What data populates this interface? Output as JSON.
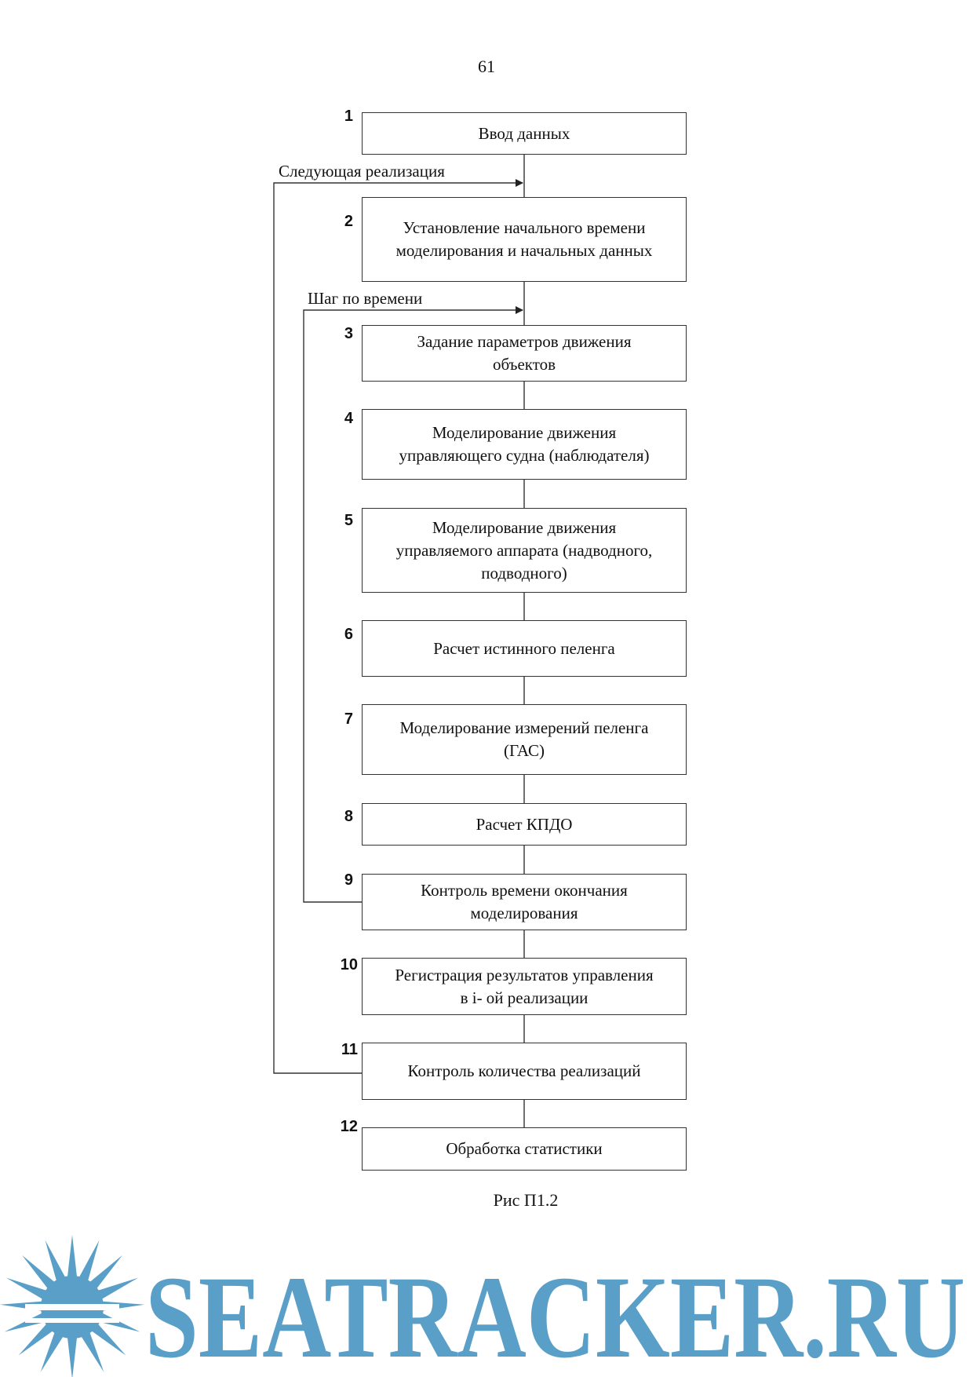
{
  "page_number": "61",
  "loop_labels": {
    "next_realization": "Следующая реализация",
    "time_step": "Шаг по времени"
  },
  "blocks": [
    {
      "n": "1",
      "text": "Ввод данных"
    },
    {
      "n": "2",
      "text": "Установление начального времени\nмоделирования и начальных данных"
    },
    {
      "n": "3",
      "text": "Задание параметров движения\nобъектов"
    },
    {
      "n": "4",
      "text": "Моделирование движения\nуправляющего судна (наблюдателя)"
    },
    {
      "n": "5",
      "text": "Моделирование движения\nуправляемого аппарата (надводного,\nподводного)"
    },
    {
      "n": "6",
      "text": "Расчет истинного пеленга"
    },
    {
      "n": "7",
      "text": "Моделирование измерений пеленга\n(ГАС)"
    },
    {
      "n": "8",
      "text": "Расчет КПДО"
    },
    {
      "n": "9",
      "text": "Контроль времени окончания\nмоделирования"
    },
    {
      "n": "10",
      "text": "Регистрация результатов управления\nв i- ой реализации"
    },
    {
      "n": "11",
      "text": "Контроль количества реализаций"
    },
    {
      "n": "12",
      "text": "Обработка статистики"
    }
  ],
  "caption": "Рис П1.2",
  "watermark": {
    "text": "SEATRACKER.RU",
    "color": "#5a9fc8",
    "icon": "sun-icon"
  }
}
